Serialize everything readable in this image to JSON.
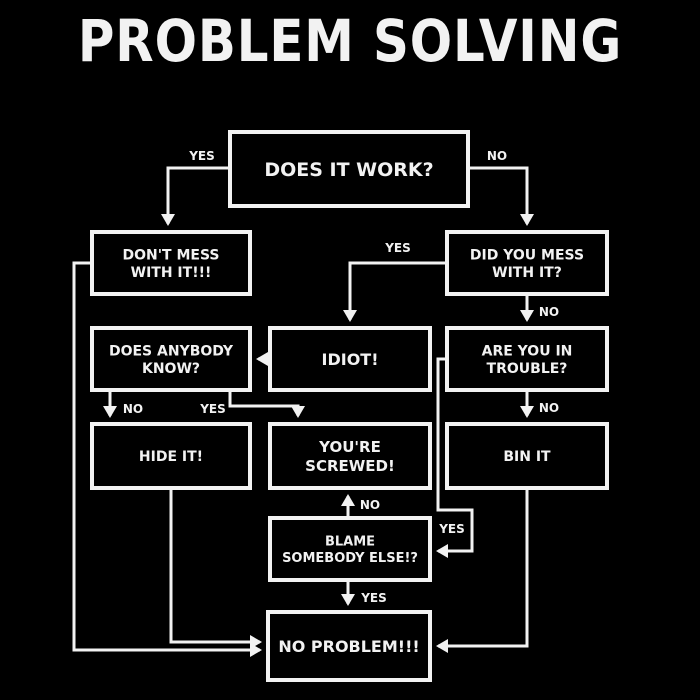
{
  "title": "PROBLEM SOLVING",
  "colors": {
    "background": "#000000",
    "foreground": "#f2f2f2"
  },
  "nodes": {
    "does_it_work": [
      "DOES IT WORK?"
    ],
    "dont_mess": [
      "DON'T MESS",
      "WITH IT!!!"
    ],
    "did_you_mess": [
      "DID YOU MESS",
      "WITH IT?"
    ],
    "does_anybody_know": [
      "DOES ANYBODY",
      "KNOW?"
    ],
    "idiot": [
      "IDIOT!"
    ],
    "are_you_in_trouble": [
      "ARE YOU IN",
      "TROUBLE?"
    ],
    "hide_it": [
      "HIDE IT!"
    ],
    "youre_screwed": [
      "YOU'RE",
      "SCREWED!"
    ],
    "bin_it": [
      "BIN IT"
    ],
    "blame": [
      "BLAME",
      "SOMEBODY ELSE!?"
    ],
    "no_problem": [
      "NO PROBLEM!!!"
    ]
  },
  "edge_labels": {
    "work_yes": "YES",
    "work_no": "NO",
    "mess_yes": "YES",
    "mess_no": "NO",
    "trouble_no": "NO",
    "know_no": "NO",
    "know_yes": "YES",
    "blame_no": "NO",
    "trouble_yes": "YES",
    "blame_yes": "YES"
  }
}
